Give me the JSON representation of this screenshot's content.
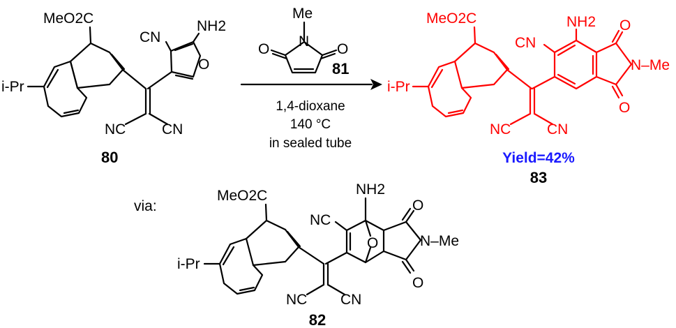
{
  "reactant": {
    "ester": "MeO2C",
    "ipr": "i-Pr",
    "cn_top": "CN",
    "nh2": "NH2",
    "o_ring": "O",
    "cn_left": "NC",
    "cn_right": "CN",
    "number": "80"
  },
  "reagent": {
    "me": "Me",
    "n": "N",
    "o_left": "O",
    "o_right": "O",
    "number": "81"
  },
  "conditions": {
    "solvent": "1,4-dioxane",
    "temperature": "140 °C",
    "vessel": "in sealed tube"
  },
  "product": {
    "ester": "MeO2C",
    "ipr": "i-Pr",
    "cn_top": "CN",
    "nh2": "NH2",
    "o_top": "O",
    "o_bottom": "O",
    "n_me": "N–Me",
    "cn_left": "NC",
    "cn_right": "CN",
    "yield": "Yield=42%",
    "number": "83",
    "color": "#ff0000"
  },
  "intermediate": {
    "via": "via:",
    "ester": "MeO2C",
    "ipr": "i-Pr",
    "nh2": "NH2",
    "cn_top": "NC",
    "o_bridge": "O",
    "o_top": "O",
    "o_bottom": "O",
    "n_me": "N–Me",
    "cn_left": "NC",
    "cn_right": "CN",
    "number": "82"
  }
}
